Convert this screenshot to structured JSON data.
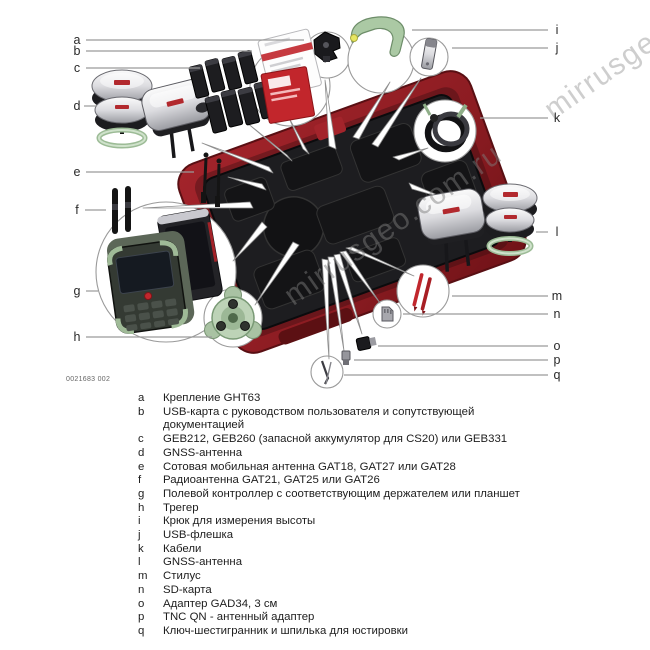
{
  "figure_number": "0021683 002",
  "watermark": {
    "text": "mirrusgeo.com.ru"
  },
  "colors": {
    "case_red": "#8c1c22",
    "foam_black": "#1d1d20",
    "leica_green": "#abc9a4",
    "accent_red": "#c1272d"
  },
  "legend": {
    "items": [
      {
        "letter": "a",
        "text": "Крепление GHT63"
      },
      {
        "letter": "b",
        "text": "USB-карта с руководством пользователя и сопутствующей документацией"
      },
      {
        "letter": "c",
        "text": "GEB212, GEB260 (запасной аккумулятор для CS20) или GEB331"
      },
      {
        "letter": "d",
        "text": "GNSS-антенна"
      },
      {
        "letter": "e",
        "text": "Сотовая мобильная антенна GAT18, GAT27 или GAT28"
      },
      {
        "letter": "f",
        "text": "Радиоантенна GAT21, GAT25 или GAT26"
      },
      {
        "letter": "g",
        "text": "Полевой контроллер с соответствующим держателем или планшет"
      },
      {
        "letter": "h",
        "text": "Трегер"
      },
      {
        "letter": "i",
        "text": "Крюк для измерения высоты"
      },
      {
        "letter": "j",
        "text": "USB-флешка"
      },
      {
        "letter": "k",
        "text": "Кабели"
      },
      {
        "letter": "l",
        "text": "GNSS-антенна"
      },
      {
        "letter": "m",
        "text": "Стилус"
      },
      {
        "letter": "n",
        "text": "SD-карта"
      },
      {
        "letter": "o",
        "text": "Адаптер GAD34, 3 см"
      },
      {
        "letter": "p",
        "text": "TNC QN - антенный адаптер"
      },
      {
        "letter": "q",
        "text": "Ключ-шестигранник и шпилька для юстировки"
      }
    ]
  }
}
